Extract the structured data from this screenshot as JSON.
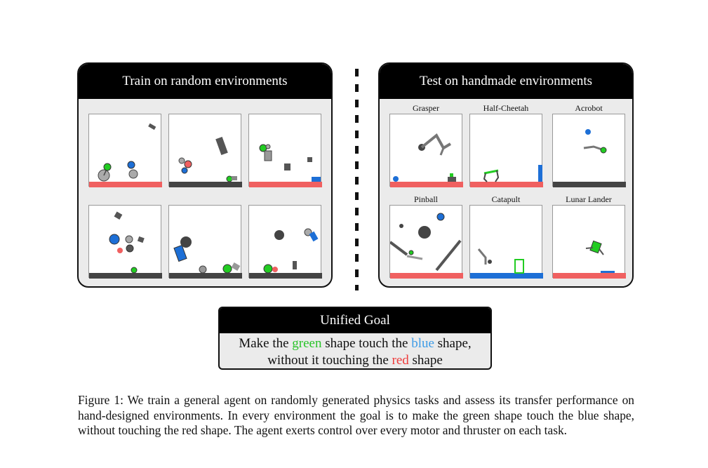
{
  "left_panel": {
    "title": "Train on random environments"
  },
  "right_panel": {
    "title": "Test on handmade environments",
    "environments": [
      "Grasper",
      "Half-Cheetah",
      "Acrobot",
      "Pinball",
      "Catapult",
      "Lunar Lander"
    ]
  },
  "goal": {
    "title": "Unified Goal",
    "line1": [
      "Make the ",
      "green",
      " shape touch the ",
      "blue",
      " shape,"
    ],
    "line2": [
      "without it touching the ",
      "red",
      " shape"
    ]
  },
  "caption": "Figure 1: We train a general agent on randomly generated physics tasks and assess its transfer performance on hand-designed environments. In every environment the goal is to make the green shape touch the blue shape, without touching the red shape. The agent exerts control over every motor and thruster on each task.",
  "colors": {
    "green": "#22cc22",
    "blue": "#1d6fd6",
    "red": "#f06060",
    "dark": "#444444",
    "gray": "#8a8a8a"
  }
}
